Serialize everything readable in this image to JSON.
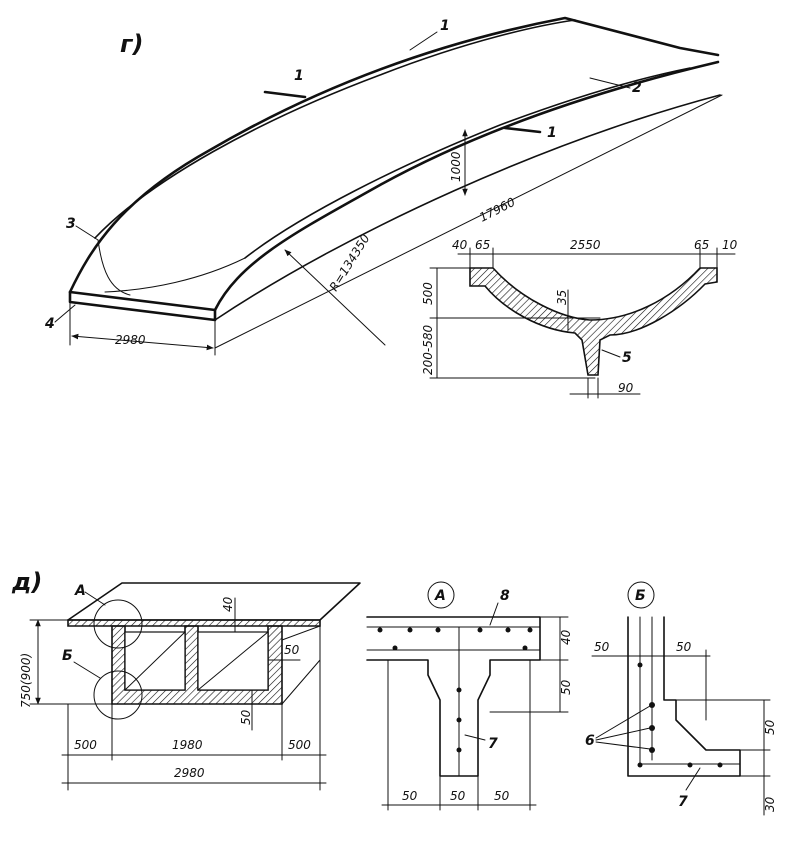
{
  "panel_g": {
    "letter": "г)",
    "callouts": [
      "1",
      "1",
      "1",
      "2",
      "3",
      "4",
      "5"
    ],
    "dims": {
      "length": "17960",
      "height": "1000",
      "width": "2980",
      "radius": "R=134350",
      "sec_left_a": "40",
      "sec_left_b": "65",
      "sec_span": "2550",
      "sec_right_a": "65",
      "sec_right_b": "10",
      "sec_h1": "500",
      "sec_shell": "35",
      "sec_h2": "200-580",
      "sec_rib": "90"
    }
  },
  "panel_d": {
    "letter": "д)",
    "label_a": "А",
    "label_b": "Б",
    "dims": {
      "top_flange": "40",
      "wall": "50",
      "wall_low": "50",
      "height": "750(900)",
      "seg_left": "500",
      "seg_mid": "1980",
      "seg_right": "500",
      "total": "2980"
    }
  },
  "detail_a": {
    "label": "А",
    "callout_top": "8",
    "callout_bottom": "7",
    "dims": {
      "d40": "40",
      "d50": "50",
      "b1": "50",
      "b2": "50",
      "b3": "50"
    }
  },
  "detail_b": {
    "label": "Б",
    "callout_left": "6",
    "callout_bottom": "7",
    "dims": {
      "t1": "50",
      "t2": "50",
      "r1": "50",
      "r2": "30"
    }
  }
}
